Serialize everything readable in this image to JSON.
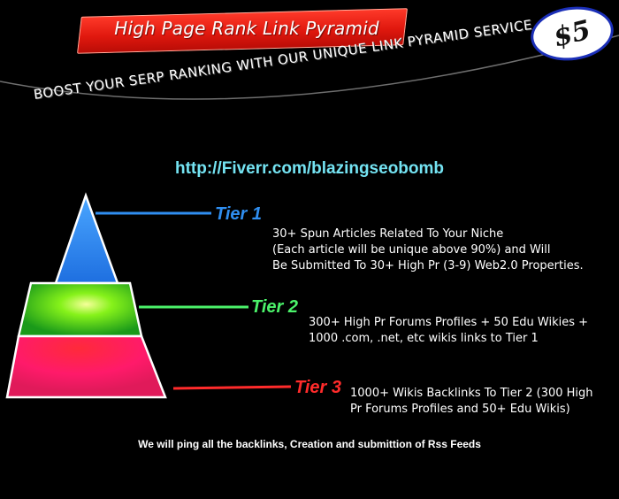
{
  "title": "High Page Rank Link Pyramid",
  "price": "$5",
  "tagline": "BOOST YOUR SERP RANKING WITH OUR UNIQUE LINK PYRAMID SERVICE",
  "url": "http://Fiverr.com/blazingseobomb",
  "tiers": [
    {
      "label": "Tier 1",
      "color": "#2f8ef0",
      "lines": [
        "30+ Spun Articles Related To Your Niche",
        "(Each article will be unique above 90%) and Will",
        "Be Submitted To 30+ High Pr (3-9) Web2.0 Properties."
      ]
    },
    {
      "label": "Tier 2",
      "color": "#4bf26a",
      "lines": [
        "300+ High Pr Forums Profiles + 50 Edu Wikies +",
        "1000 .com, .net, etc wikis links to Tier 1"
      ]
    },
    {
      "label": "Tier 3",
      "color": "#ff2b2b",
      "lines": [
        "1000+ Wikis Backlinks To Tier 2 (300 High",
        "Pr Forums Profiles and 50+ Edu Wikis)"
      ]
    }
  ],
  "footer": "We will ping all the backlinks, Creation and submittion of Rss Feeds"
}
